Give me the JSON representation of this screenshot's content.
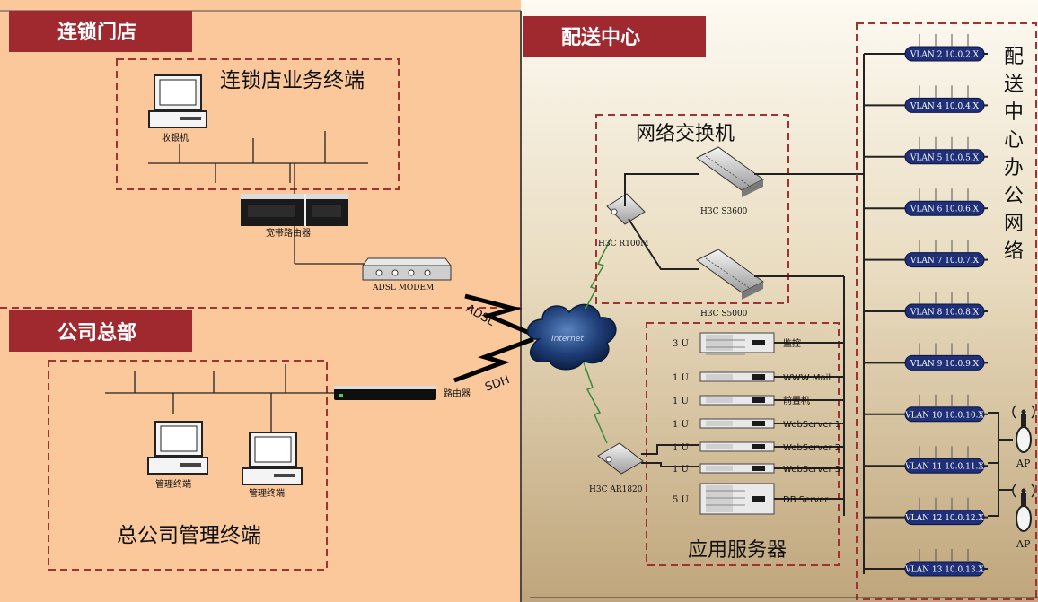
{
  "sections": {
    "store": "连锁门店",
    "hq": "公司总部",
    "dc": "配送中心"
  },
  "store": {
    "group_label": "连锁店业务终端",
    "pc_label": "收银机",
    "router_label": "宽带路由器",
    "modem_label": "ADSL MODEM"
  },
  "hq": {
    "group_label": "总公司管理终端",
    "pc1_label": "管理终端",
    "pc2_label": "管理终端",
    "router_label": "路由器"
  },
  "wan": {
    "adsl": "ADSL",
    "sdh": "SDH",
    "internet": "Internet"
  },
  "dc": {
    "switch_group": "网络交换机",
    "server_group": "应用服务器",
    "office_net_chars": [
      "配",
      "送",
      "中",
      "心",
      "办",
      "公",
      "网",
      "络"
    ],
    "r100": "H3C R100M",
    "s3600": "H3C S3600",
    "s5000": "H3C S5000",
    "ar1820": "H3C AR1820",
    "servers": [
      {
        "size": "3 U",
        "name": "监控"
      },
      {
        "size": "1 U",
        "name": "WWW Mail"
      },
      {
        "size": "1 U",
        "name": "前置机"
      },
      {
        "size": "1 U",
        "name": "WebServer 1"
      },
      {
        "size": "1 U",
        "name": "WebServer 2"
      },
      {
        "size": "1 U",
        "name": "WebServer 3"
      },
      {
        "size": "5 U",
        "name": "DB Server"
      }
    ],
    "vlans": [
      "VLAN 2 10.0.2.X",
      "VLAN 4 10.0.4.X",
      "VLAN 5 10.0.5.X",
      "VLAN 6 10.0.6.X",
      "VLAN 7 10.0.7.X",
      "VLAN 8 10.0.8.X",
      "VLAN 9 10.0.9.X",
      "VLAN 10 10.0.10.X",
      "VLAN 11 10.0.11.X",
      "VLAN 12 10.0.12.X",
      "VLAN 13 10.0.13.X"
    ],
    "ap_label": "AP"
  },
  "colors": {
    "left_bg": "#fbc89c",
    "right_bg_top": "#fdfaf2",
    "right_bg_bottom": "#bfa57b",
    "header": "#a0282f",
    "dash": "#a03232",
    "vlan_fill": "#1f2f78"
  }
}
